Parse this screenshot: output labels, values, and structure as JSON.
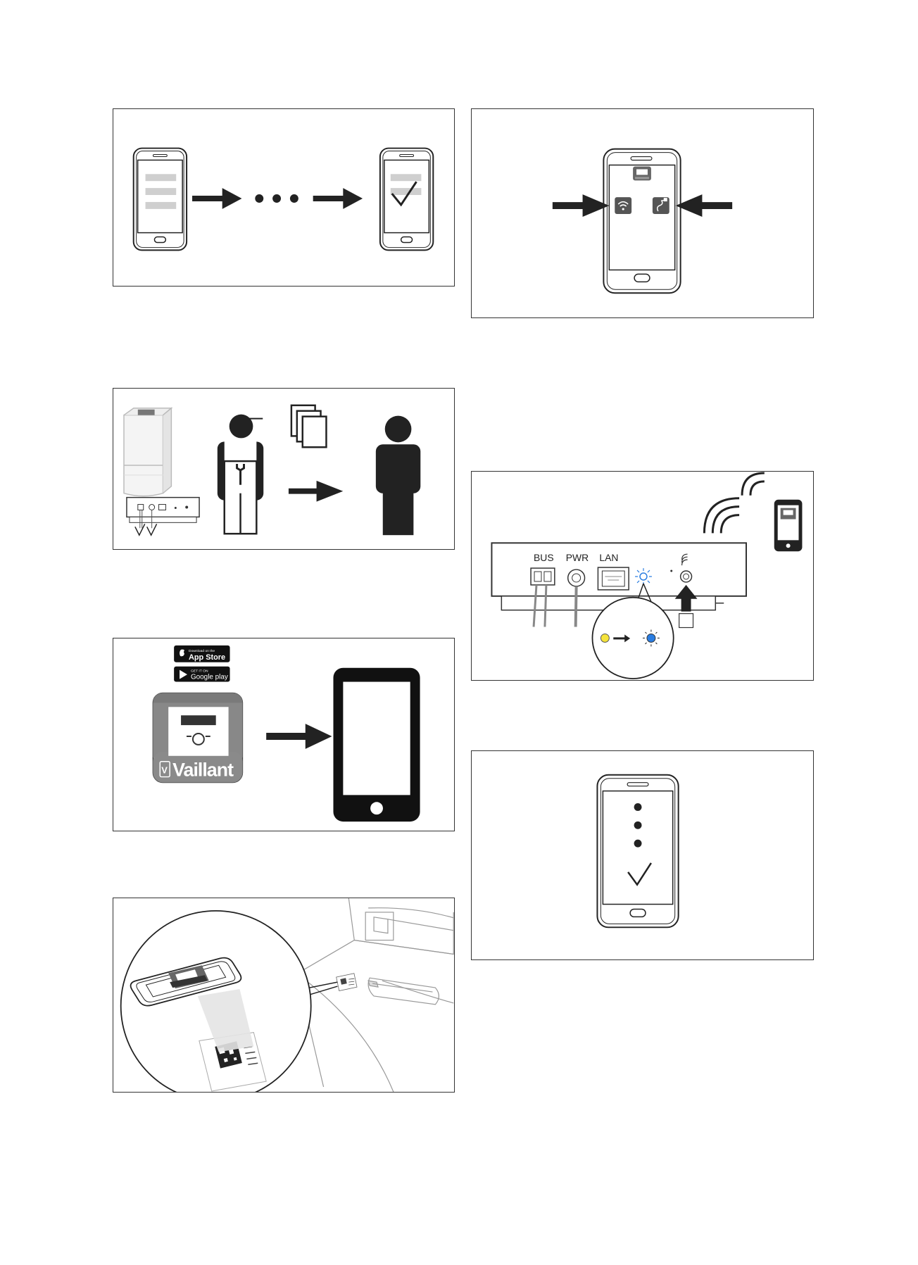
{
  "panels": [
    {
      "id": "p1",
      "name": "phone-steps-to-checkmark-illustration"
    },
    {
      "id": "p2",
      "name": "choose-wifi-or-lan-illustration"
    },
    {
      "id": "p3",
      "name": "installer-handover-illustration"
    },
    {
      "id": "p4",
      "name": "gateway-pairing-illustration"
    },
    {
      "id": "p5",
      "name": "app-download-illustration"
    },
    {
      "id": "p6",
      "name": "setup-complete-illustration"
    },
    {
      "id": "p7",
      "name": "qr-code-scan-illustration"
    }
  ],
  "gateway": {
    "port_bus": "BUS",
    "port_pwr": "PWR",
    "port_lan": "LAN"
  },
  "store_badges": {
    "app_store_small": "Download on the",
    "app_store_big": "App Store",
    "google_small": "GET IT ON",
    "google_big": "Google play"
  },
  "app_icon": {
    "brand": "Vaillant",
    "logo_glyph": "V"
  },
  "colors": {
    "led_yellow": "#f5e33b",
    "led_blue": "#2a7de1",
    "line": "#222222",
    "grey": "#999999",
    "bar_grey": "#cfcfcf"
  },
  "icons": {
    "wifi": "wifi-icon",
    "lan": "lan-cable-icon",
    "check": "checkmark-icon"
  }
}
